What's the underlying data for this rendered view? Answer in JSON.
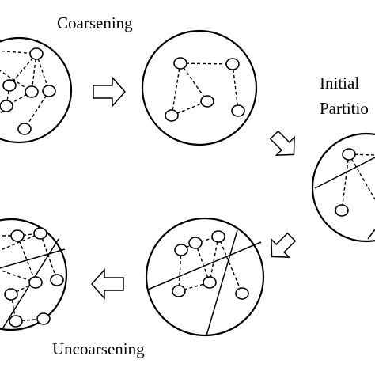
{
  "labels": {
    "coarsening": "Coarsening",
    "initial_line1": "Initial",
    "initial_line2": "Partitio",
    "uncoarsening": "Uncoarsening"
  },
  "stages": [
    "original-graph",
    "coarsened-graph",
    "initial-partition",
    "refined-partition",
    "uncoarsened-partition"
  ],
  "colors": {
    "stroke": "#000000",
    "background": "#ffffff"
  }
}
